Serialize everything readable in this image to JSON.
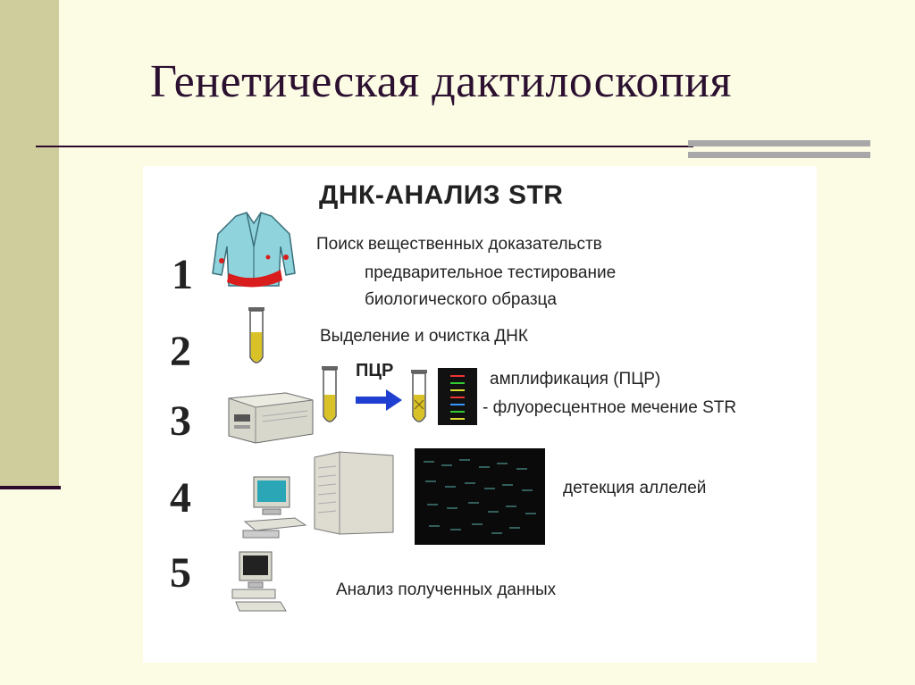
{
  "slide": {
    "title": "Генетическая дактилоскопия"
  },
  "panel": {
    "heading": "ДНК-АНАЛИЗ STR",
    "steps": [
      {
        "number": "1",
        "lines": [
          "Поиск вещественных доказательств",
          "предварительное тестирование",
          "биологического образца"
        ]
      },
      {
        "number": "2",
        "lines": [
          "Выделение и очистка ДНК"
        ]
      },
      {
        "number": "3",
        "arrow_label": "ПЦР",
        "lines": [
          "амплификация (ПЦР)",
          "- флуоресцентное мечение STR"
        ]
      },
      {
        "number": "4",
        "lines": [
          "детекция аллелей"
        ]
      },
      {
        "number": "5",
        "lines": [
          "Анализ полученных данных"
        ]
      }
    ]
  },
  "colors": {
    "background": "#fcfbe4",
    "sidebar": "#cfcd9b",
    "title_text": "#2b1030",
    "arrow": "#1f3fd0"
  },
  "icons": [
    "jacket-icon",
    "test-tube-icon",
    "thermocycler-icon",
    "sequencer-icon",
    "computer-icon",
    "gel-image-icon",
    "arrow-right-icon"
  ]
}
